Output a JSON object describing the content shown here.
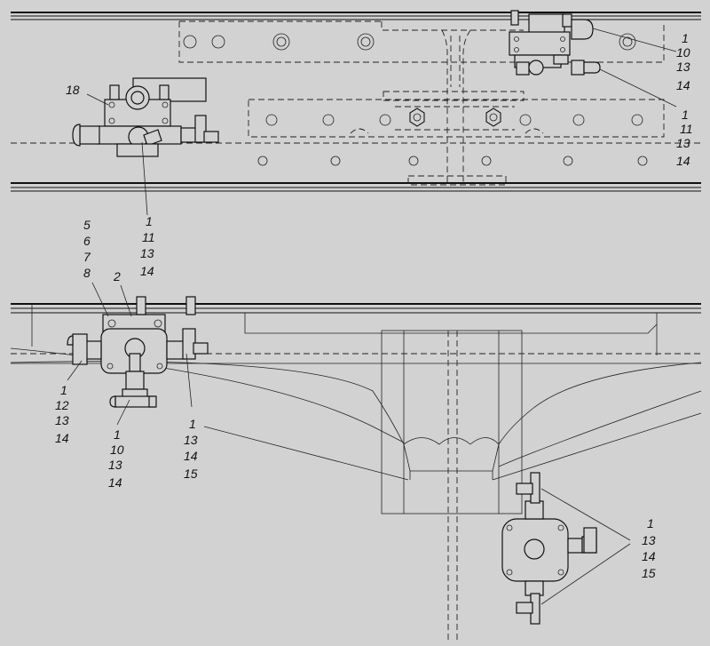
{
  "callouts": {
    "top_right_a": [
      "1",
      "10",
      "13",
      "14"
    ],
    "top_right_b": [
      "1",
      "11",
      "13",
      "14"
    ],
    "top_left_18": "18",
    "top_left_below": [
      "1",
      "11",
      "13",
      "14"
    ],
    "mid_stack": [
      "5",
      "6",
      "7",
      "8"
    ],
    "mid_2": "2",
    "mid_left": [
      "1",
      "12",
      "13",
      "14"
    ],
    "mid_below": [
      "1",
      "10",
      "13",
      "14"
    ],
    "mid_right": [
      "1",
      "13",
      "14",
      "15"
    ],
    "bottom_right": [
      "1",
      "13",
      "14",
      "15"
    ]
  }
}
